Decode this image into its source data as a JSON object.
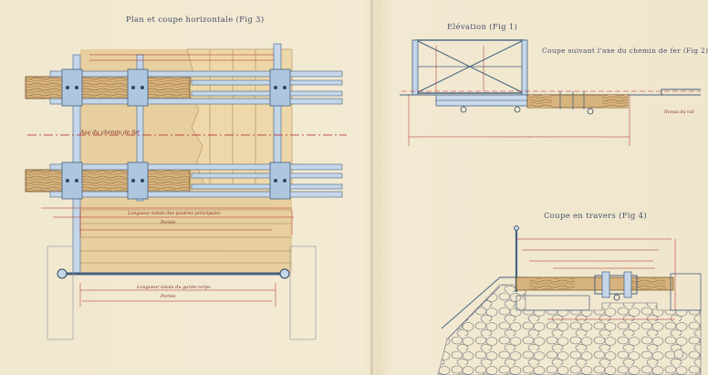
{
  "titles": {
    "fig3": "Plan et coupe horizontale (Fig 3)",
    "fig1": "Elévation (Fig 1)",
    "fig2": "Coupe suivant l'axe du chemin de fer (Fig 2)",
    "fig4": "Coupe en travers (Fig 4)"
  },
  "annotations": {
    "axe": "Axe du chemin de fer",
    "longueur_poutres": "Longueur totale des poutres principales",
    "portee": "Portée",
    "longueur_garde_corps": "Longueur totale du garde-corps",
    "portee2": "Portée",
    "niveau_rail": "Niveau du rail"
  },
  "colors": {
    "paper": "#f1e8d0",
    "ink": "#46506a",
    "wood": "#d7b37d",
    "steel": "#b9cde0",
    "dimension_red": "#b02222"
  }
}
